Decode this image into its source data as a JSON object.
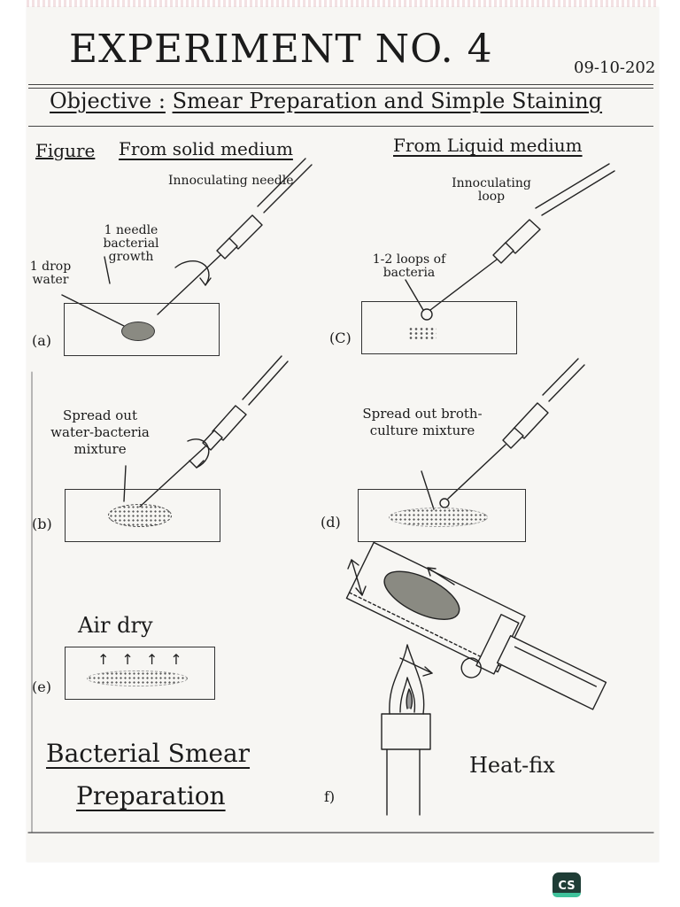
{
  "header": {
    "title": "EXPERIMENT NO. 4",
    "date": "09-10-202"
  },
  "objective": {
    "label": "Objective :",
    "text": "Smear Preparation and Simple Staining"
  },
  "figure_label": "Figure",
  "columns": {
    "left": "From solid medium",
    "right": "From Liquid medium"
  },
  "panels": {
    "a": {
      "id": "(a)",
      "needle_label": "Innoculating needle",
      "growth_label": "1 needle bacterial growth",
      "water_label": "1 drop water"
    },
    "c": {
      "id": "(C)",
      "loop_label": "Innoculating loop",
      "bacteria_label": "1-2 loops of bacteria"
    },
    "b": {
      "id": "(b)",
      "spread_label": "Spread out water-bacteria mixture"
    },
    "d": {
      "id": "(d)",
      "spread_label": "Spread out broth-culture mixture"
    },
    "e": {
      "id": "(e)",
      "label": "Air dry"
    },
    "f": {
      "id": "f)",
      "label": "Heat-fix"
    }
  },
  "bottom_title": {
    "line1": "Bacterial Smear",
    "line2": "Preparation"
  },
  "badge": "CS",
  "colors": {
    "ink": "#1b1b1b",
    "paper": "#f7f6f3",
    "badge_bg": "#1f3d36",
    "badge_accent": "#3fc29b"
  }
}
